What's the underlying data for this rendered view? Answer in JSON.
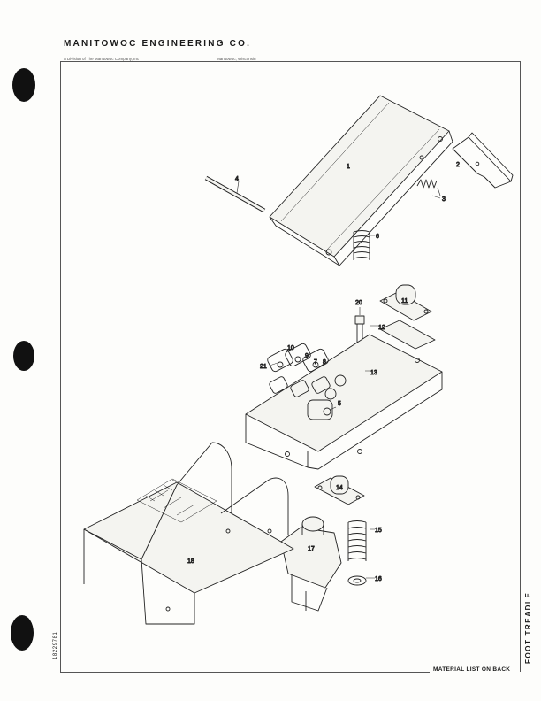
{
  "header": {
    "company": "MANITOWOC ENGINEERING CO.",
    "division": "A Division of The Manitowoc Company, Inc",
    "location": "Manitowoc, Wisconsin"
  },
  "footer": {
    "material_note": "MATERIAL LIST ON BACK",
    "side_title": "FOOT TREADLE",
    "drawing_number": "18229781"
  },
  "callouts": {
    "c1": "1",
    "c2": "2",
    "c3": "3",
    "c4": "4",
    "c5": "5",
    "c6": "6",
    "c7": "7",
    "c8": "8",
    "c9": "9",
    "c10": "10",
    "c11": "11",
    "c12": "12",
    "c13": "13",
    "c14": "14",
    "c15": "15",
    "c16": "16",
    "c17": "17",
    "c18": "18",
    "c20": "20",
    "c21": "21"
  }
}
